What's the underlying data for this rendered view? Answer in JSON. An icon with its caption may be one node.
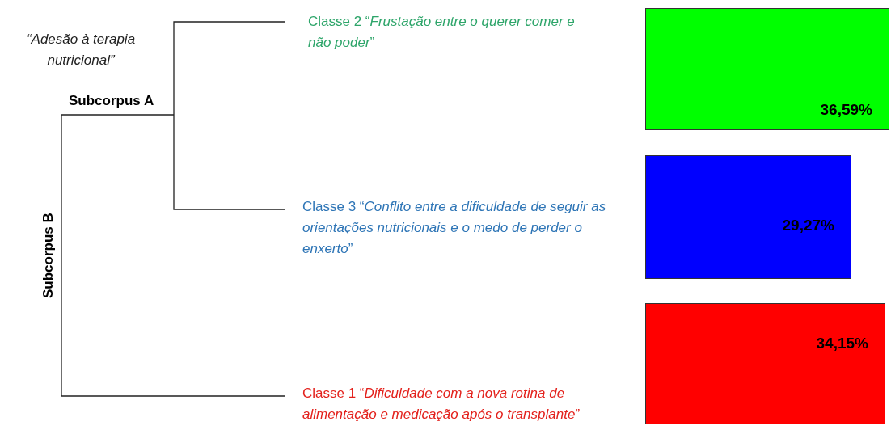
{
  "diagram": {
    "nodes": [
      {
        "text": [
          "Subcorpus A"
        ]
      },
      {
        "text": [
          "Subcorpus B"
        ]
      },
      {
        "text": [
          "Classe 2 “*Frustação entre o querer comer e não poder*”"
        ]
      },
      {
        "text": [
          "36,59%"
        ]
      },
      {
        "text": [
          "Classe 3 “*Conflito entre a dificuldade de seguir as orientações nutricionais e o medo de perder o enxerto*”"
        ]
      },
      {
        "text": [
          "29,27%"
        ]
      },
      {
        "text": [
          "Classe 1 “*Dificuldade com a nova rotina de alimentação e medicação após o transplante*”"
        ]
      },
      {
        "text": [
          "34,15%"
        ]
      }
    ],
    "edges": [
      {
        "from": 1,
        "to": 0,
        "arrow": "none"
      },
      {
        "from": 0,
        "to": 2,
        "arrow": "none"
      },
      {
        "from": 0,
        "to": 4,
        "arrow": "none"
      },
      {
        "from": 1,
        "to": 6,
        "arrow": "none"
      }
    ],
    "labels": [
      "“Adesão à terapia nutricional”"
    ]
  }
}
